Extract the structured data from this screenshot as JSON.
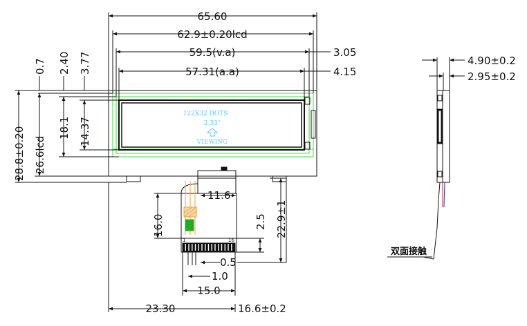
{
  "front": {
    "dims_top": [
      "65.60",
      "62.9±0.20lcd",
      "59.5(v.a)",
      "3.05",
      "57.31(a.a)",
      "4.15"
    ],
    "dims_left": [
      "0.7",
      "2.40",
      "3.77",
      "28.8±0.20",
      "26.6lcd",
      "18.1",
      "14.37"
    ],
    "screen": {
      "line1": "122X32 DOTS",
      "line2": "2.33\"",
      "line3": "VIEWING"
    },
    "fpc": {
      "dims": [
        "11.6",
        "16.0",
        "2.5",
        "22.9±1",
        "0.5",
        "1.0",
        "15.0",
        "23.30",
        "16.6±0.2"
      ],
      "pin_first": "1",
      "pin_last": "16",
      "pad_count": 16
    }
  },
  "side": {
    "dims": [
      "4.90±0.2",
      "2.95±0.2"
    ],
    "contact_label": "双面接触"
  },
  "colors": {
    "outline": "#111111",
    "lcd_green": "#3adf3a",
    "text_cyan": "#5ec4ff",
    "fpc_orange": "#f0a030",
    "fpc_green": "#22aa22"
  }
}
